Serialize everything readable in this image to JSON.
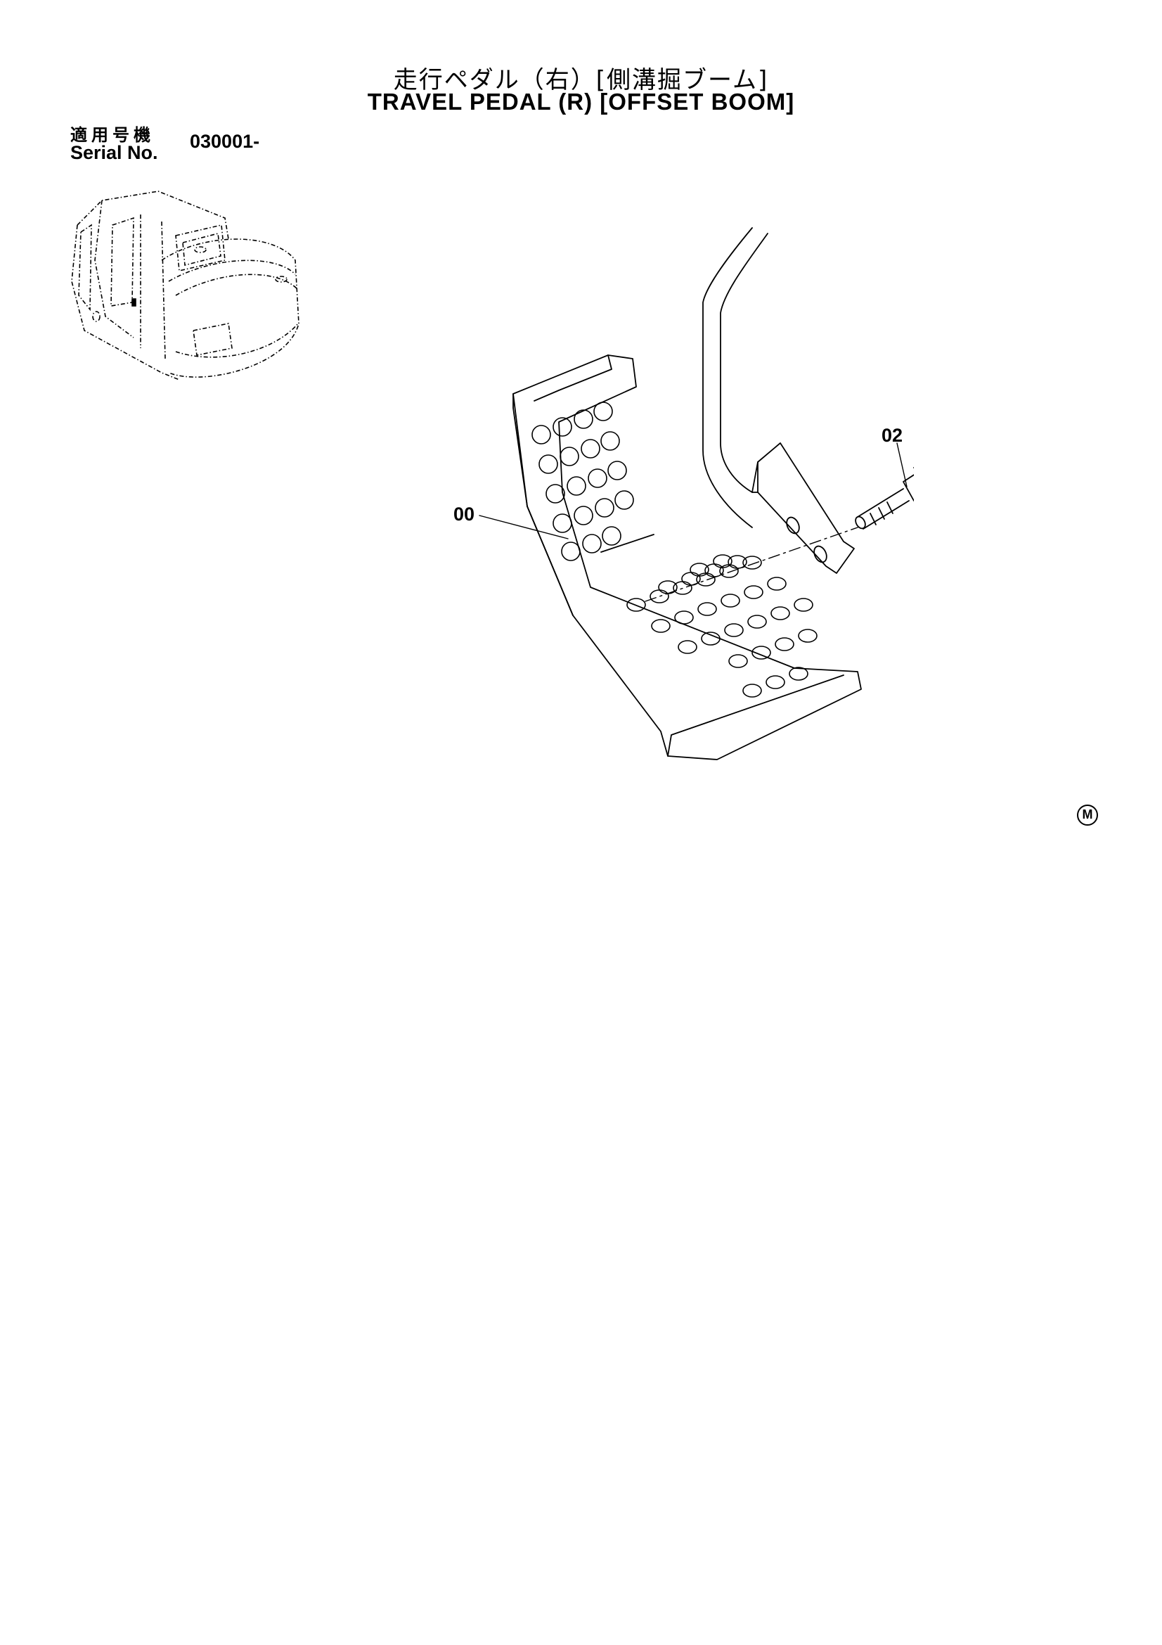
{
  "header": {
    "title_jp": "走行ペダル（右）[側溝掘ブーム]",
    "title_en": "TRAVEL PEDAL (R) [OFFSET BOOM]"
  },
  "serial": {
    "label_jp": "適用号機",
    "label_en": "Serial No.",
    "value": "030001-"
  },
  "callouts": {
    "pedal": "00",
    "bolt": "02"
  },
  "mark": {
    "symbol": "M"
  },
  "icons": {
    "machine": "excavator-cab-icon",
    "pedal": "travel-pedal-drawing",
    "bolt": "bolt-drawing",
    "lever": "pedal-lever-drawing"
  }
}
